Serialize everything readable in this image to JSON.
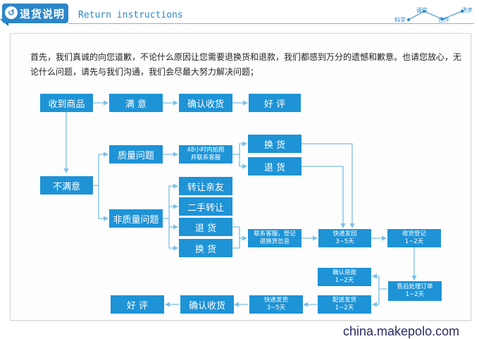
{
  "header": {
    "title": "退货说明",
    "subtitle": "Return instructions",
    "tags": [
      "诚信",
      "进步",
      "科学",
      "合作"
    ]
  },
  "intro": "首先，我们真诚的向您道歉，不论什么原因让您需要退换货和退款，我们都感到万分的遗憾和歉意。也请您放心，无论什么问题，请先与我们沟通，我们会尽最大努力解决问题；",
  "flow": {
    "received": "收到商品",
    "satisfied": "满 意",
    "confirm_receipt_1": "确认收货",
    "good_review_1": "好 评",
    "unsatisfied": "不满意",
    "quality_issue": "质量问题",
    "photo_contact": "48小时内拍照\n并联系客服",
    "exchange_1": "换 货",
    "return_1": "退 货",
    "non_quality_issue": "非质量问题",
    "transfer_relative": "转让亲友",
    "second_hand": "二手转让",
    "return_2": "退 货",
    "exchange_2": "换 货",
    "contact_register": "联系客服，登记\n退换货信息",
    "express_back": "快递发回\n3~5天",
    "receive_register": "收货登记\n1~2天",
    "after_sale": "售后处理订单\n1~2天",
    "confirm_refund": "确认退款\n1~2天",
    "ship_out": "配送发货\n1~2天",
    "express_ship": "快递发货\n3~5天",
    "confirm_receipt_2": "确认收货",
    "good_review_2": "好 评"
  },
  "watermark": "china.makepolo.com",
  "colors": {
    "accent": "#1e93d6",
    "header": "#2c86c9",
    "arrow": "#7cc0e8"
  }
}
